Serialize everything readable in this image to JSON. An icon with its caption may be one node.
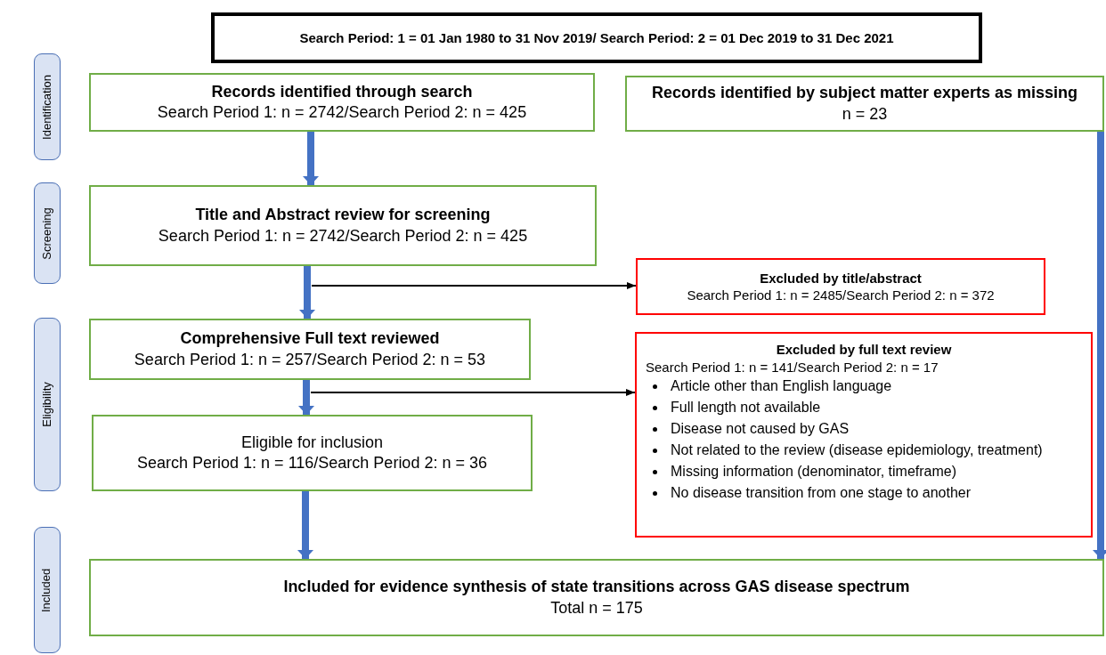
{
  "diagram": {
    "nodes": [
      {
        "text": [
          "Search Period: 1 = 01 Jan 1980 to 31 Nov 2019/ Search Period: 2 = 01 Dec 2019 to 31 Dec 2021"
        ]
      },
      {
        "text": [
          "Identification"
        ]
      },
      {
        "text": [
          "Screening"
        ]
      },
      {
        "text": [
          "Eligibility"
        ]
      },
      {
        "text": [
          "Included"
        ]
      },
      {
        "text": [
          "Records identified through search",
          "Search Period 1: n = 2742/Search Period 2: n = 425"
        ]
      },
      {
        "text": [
          "Records identified by subject matter experts as missing",
          "n = 23"
        ]
      },
      {
        "text": [
          "Title and Abstract review for screening",
          "Search Period 1: n = 2742/Search Period 2: n = 425"
        ]
      },
      {
        "text": [
          "Excluded by title/abstract",
          "Search Period 1: n = 2485/Search Period 2: n = 372"
        ]
      },
      {
        "text": [
          "Comprehensive Full text reviewed",
          "Search Period 1: n = 257/Search Period 2: n = 53"
        ]
      },
      {
        "text": [
          "Excluded by full text review",
          "Search Period 1: n = 141/Search Period 2: n = 17",
          "Article other than English language",
          "Full length not available",
          "Disease not caused by GAS",
          "Not related to the review (disease epidemiology, treatment)",
          "Missing information (denominator, timeframe)",
          "No disease transition from one stage to another"
        ]
      },
      {
        "text": [
          "Eligible for inclusion",
          "Search Period 1: n = 116/Search Period 2: n = 36"
        ]
      },
      {
        "text": [
          "Included for evidence synthesis of state transitions across GAS disease spectrum",
          "Total n = 175"
        ]
      }
    ],
    "edges": [
      {
        "from": 5,
        "to": 7,
        "arrow": "to"
      },
      {
        "from": 7,
        "to": 9,
        "arrow": "to"
      },
      {
        "from": 7,
        "to": 8,
        "arrow": "to",
        "color": "#000000"
      },
      {
        "from": 9,
        "to": 11,
        "arrow": "to"
      },
      {
        "from": 9,
        "to": 10,
        "arrow": "to",
        "color": "#000000"
      },
      {
        "from": 11,
        "to": 12,
        "arrow": "to"
      },
      {
        "from": 6,
        "to": 12,
        "arrow": "to"
      }
    ]
  }
}
